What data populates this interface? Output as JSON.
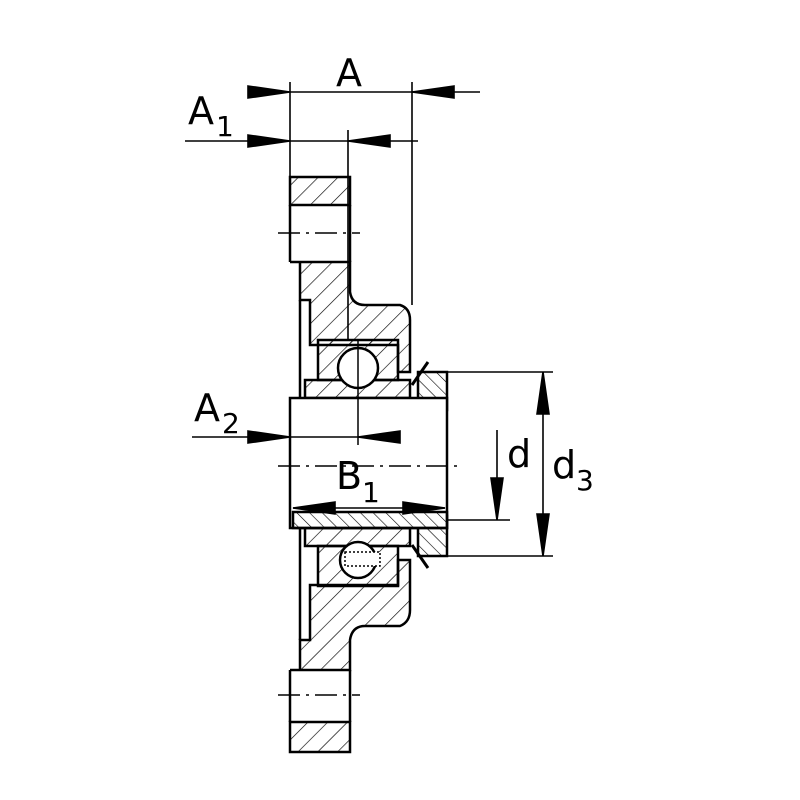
{
  "labels": {
    "A": "A",
    "A1": {
      "main": "A",
      "sub": "1"
    },
    "A2": {
      "main": "A",
      "sub": "2"
    },
    "B1": {
      "main": "B",
      "sub": "1"
    },
    "d": "d",
    "d3": {
      "main": "d",
      "sub": "3"
    }
  },
  "colors": {
    "line": "#000000",
    "background": "#ffffff"
  }
}
